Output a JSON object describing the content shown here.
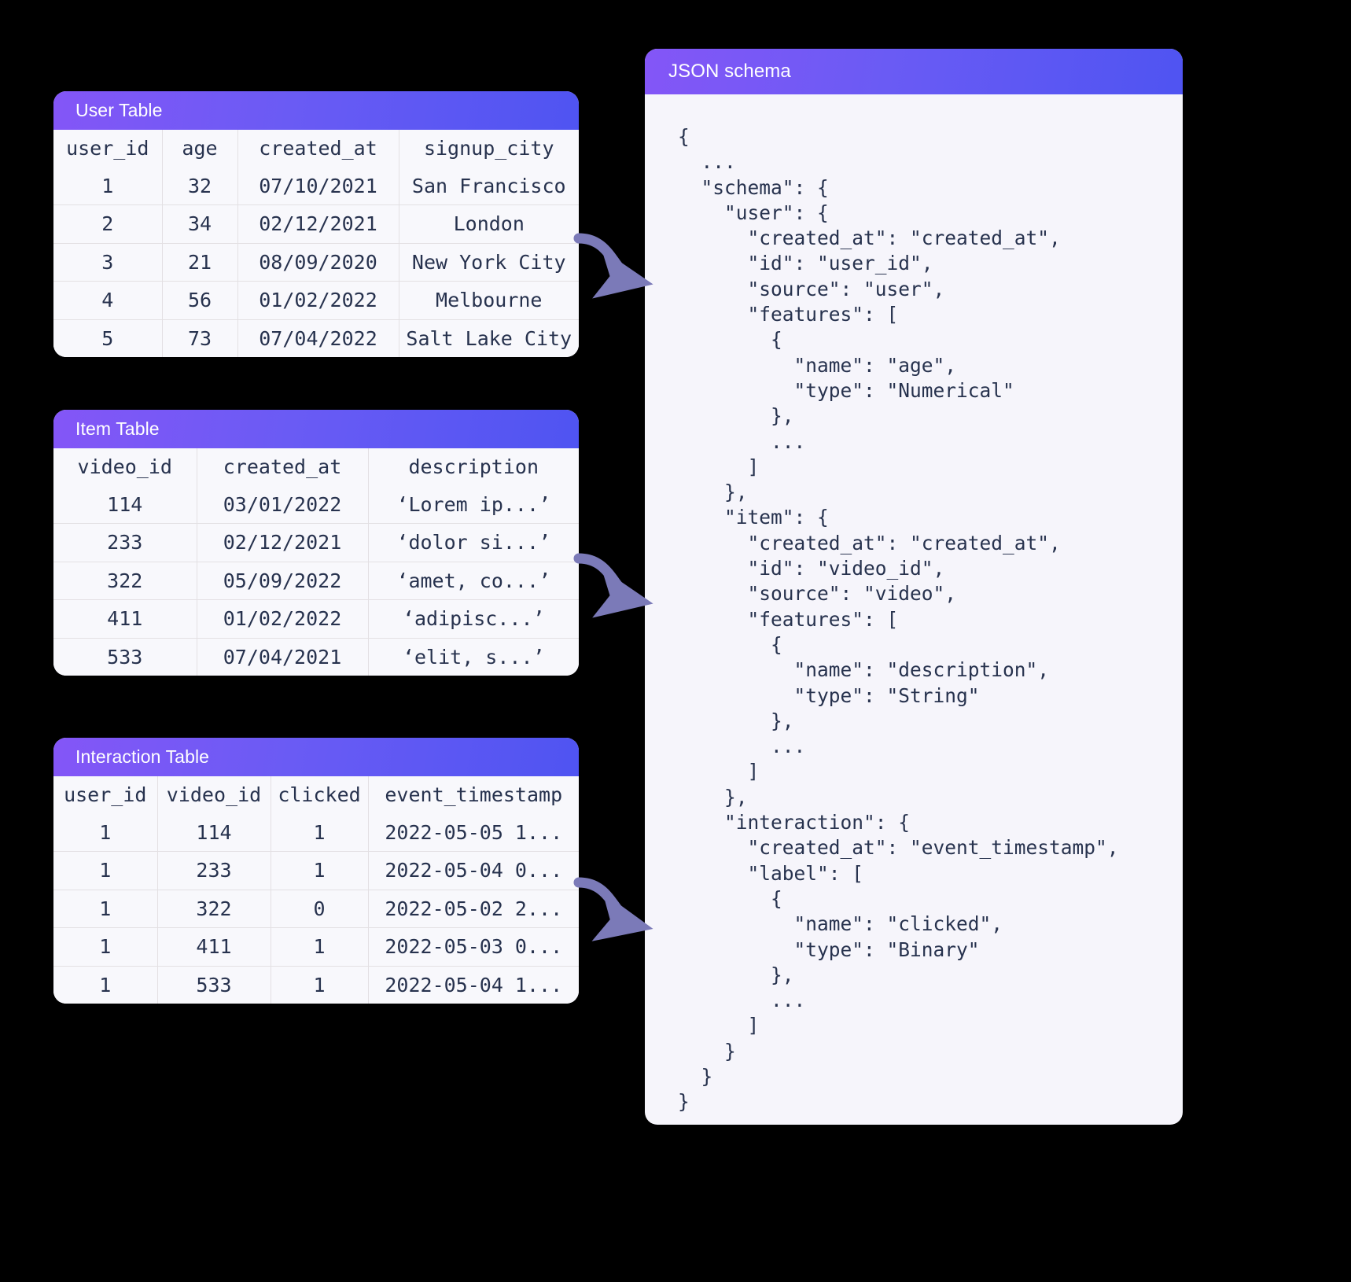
{
  "tables": [
    {
      "id": "user-table",
      "title": "User Table",
      "columns": [
        "user_id",
        "age",
        "created_at",
        "signup_city"
      ],
      "rows": [
        [
          "1",
          "32",
          "07/10/2021",
          "San Francisco"
        ],
        [
          "2",
          "34",
          "02/12/2021",
          "London"
        ],
        [
          "3",
          "21",
          "08/09/2020",
          "New York City"
        ],
        [
          "4",
          "56",
          "01/02/2022",
          "Melbourne"
        ],
        [
          "5",
          "73",
          "07/04/2022",
          "Salt Lake City"
        ]
      ]
    },
    {
      "id": "item-table",
      "title": "Item Table",
      "columns": [
        "video_id",
        "created_at",
        "description"
      ],
      "rows": [
        [
          "114",
          "03/01/2022",
          "‘Lorem ip...’"
        ],
        [
          "233",
          "02/12/2021",
          "‘dolor si...’"
        ],
        [
          "322",
          "05/09/2022",
          "‘amet, co...’"
        ],
        [
          "411",
          "01/02/2022",
          "‘adipisc...’"
        ],
        [
          "533",
          "07/04/2021",
          "‘elit, s...’"
        ]
      ]
    },
    {
      "id": "interaction-table",
      "title": "Interaction Table",
      "columns": [
        "user_id",
        "video_id",
        "clicked",
        "event_timestamp"
      ],
      "rows": [
        [
          "1",
          "114",
          "1",
          "2022-05-05 1..."
        ],
        [
          "1",
          "233",
          "1",
          "2022-05-04 0..."
        ],
        [
          "1",
          "322",
          "0",
          "2022-05-02 2..."
        ],
        [
          "1",
          "411",
          "1",
          "2022-05-03 0..."
        ],
        [
          "1",
          "533",
          "1",
          "2022-05-04 1..."
        ]
      ]
    }
  ],
  "json_panel": {
    "title": "JSON schema",
    "code": "{\n  ...\n  \"schema\": {\n    \"user\": {\n      \"created_at\": \"created_at\",\n      \"id\": \"user_id\",\n      \"source\": \"user\",\n      \"features\": [\n        {\n          \"name\": \"age\",\n          \"type\": \"Numerical\"\n        },\n        ...\n      ]\n    },\n    \"item\": {\n      \"created_at\": \"created_at\",\n      \"id\": \"video_id\",\n      \"source\": \"video\",\n      \"features\": [\n        {\n          \"name\": \"description\",\n          \"type\": \"String\"\n        },\n        ...\n      ]\n    },\n    \"interaction\": {\n      \"created_at\": \"event_timestamp\",\n      \"label\": [\n        {\n          \"name\": \"clicked\",\n          \"type\": \"Binary\"\n        },\n        ...\n      ]\n    }\n  }\n}"
  },
  "colors": {
    "background": "#000000",
    "header_gradient_start": "#8456f7",
    "header_gradient_end": "#4f54f2",
    "card_surface": "#f6f5fb",
    "table_surface": "#f8f8fc",
    "text": "#27324e",
    "arrow": "#7b7ab8"
  },
  "arrows": [
    {
      "name": "arrow-user-to-schema"
    },
    {
      "name": "arrow-item-to-schema"
    },
    {
      "name": "arrow-interaction-to-schema"
    }
  ]
}
